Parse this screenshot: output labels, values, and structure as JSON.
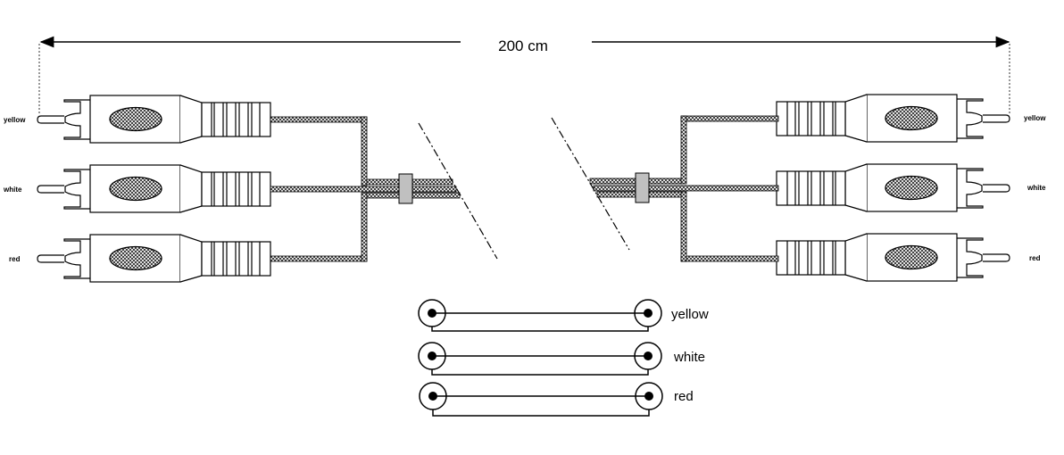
{
  "dimension": {
    "label": "200 cm"
  },
  "left_plugs": [
    {
      "label": "yellow"
    },
    {
      "label": "white"
    },
    {
      "label": "red"
    }
  ],
  "right_plugs": [
    {
      "label": "yellow"
    },
    {
      "label": "white"
    },
    {
      "label": "red"
    }
  ],
  "schematic": [
    {
      "label": "yellow"
    },
    {
      "label": "white"
    },
    {
      "label": "red"
    }
  ],
  "colors": {
    "line": "#000000",
    "clamp": "#c0c0c0",
    "background": "#ffffff"
  }
}
